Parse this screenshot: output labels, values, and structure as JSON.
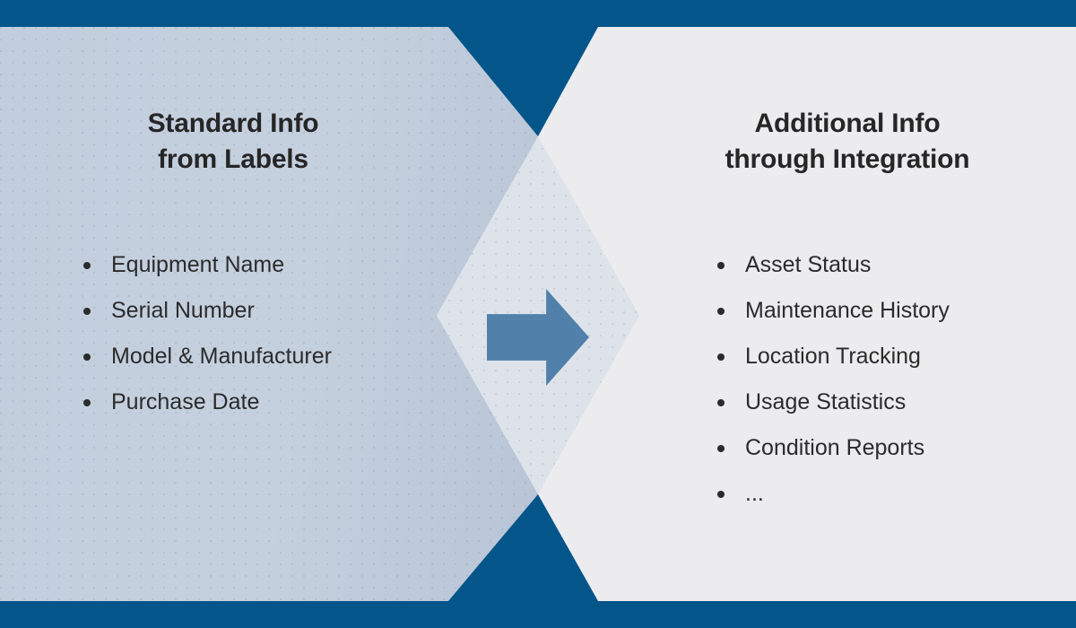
{
  "theme": {
    "brand_blue": "#04558a",
    "left_panel_fill": "#c4cfdd",
    "right_panel_fill": "#ececee",
    "hub_fill": "#dee3ea",
    "arrow_fill": "#5180ab",
    "text_color": "#2b2b2b"
  },
  "left_panel": {
    "title": "Standard Info\nfrom Labels",
    "title_line1": "Standard Info",
    "title_line2": "from Labels",
    "items": [
      {
        "label": "Equipment Name"
      },
      {
        "label": "Serial Number"
      },
      {
        "label": "Model & Manufacturer"
      },
      {
        "label": "Purchase Date"
      }
    ]
  },
  "center": {
    "icon": "right-arrow-icon"
  },
  "right_panel": {
    "title": "Additional Info\nthrough Integration",
    "title_line1": "Additional Info",
    "title_line2": "through Integration",
    "items": [
      {
        "label": "Asset Status"
      },
      {
        "label": "Maintenance History"
      },
      {
        "label": "Location Tracking"
      },
      {
        "label": "Usage Statistics"
      },
      {
        "label": "Condition Reports"
      },
      {
        "label": "..."
      }
    ]
  }
}
